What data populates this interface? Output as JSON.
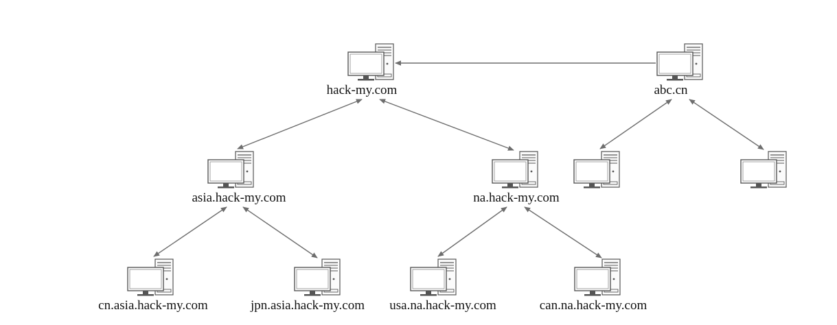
{
  "diagram": {
    "nodes": [
      {
        "id": "hack",
        "label": "hack-my.com"
      },
      {
        "id": "abc",
        "label": "abc.cn"
      },
      {
        "id": "asia",
        "label": "asia.hack-my.com"
      },
      {
        "id": "na",
        "label": "na.hack-my.com"
      },
      {
        "id": "abc-child-1",
        "label": ""
      },
      {
        "id": "abc-child-2",
        "label": ""
      },
      {
        "id": "cn",
        "label": "cn.asia.hack-my.com"
      },
      {
        "id": "jpn",
        "label": "jpn.asia.hack-my.com"
      },
      {
        "id": "usa",
        "label": "usa.na.hack-my.com"
      },
      {
        "id": "can",
        "label": "can.na.hack-my.com"
      }
    ],
    "edges": [
      {
        "from": "abc",
        "to": "hack",
        "direction": "forward"
      },
      {
        "from": "hack",
        "to": "asia",
        "direction": "both"
      },
      {
        "from": "hack",
        "to": "na",
        "direction": "both"
      },
      {
        "from": "abc",
        "to": "abc-child-1",
        "direction": "both"
      },
      {
        "from": "abc",
        "to": "abc-child-2",
        "direction": "both"
      },
      {
        "from": "asia",
        "to": "cn",
        "direction": "both"
      },
      {
        "from": "asia",
        "to": "jpn",
        "direction": "both"
      },
      {
        "from": "na",
        "to": "usa",
        "direction": "both"
      },
      {
        "from": "na",
        "to": "can",
        "direction": "both"
      }
    ],
    "colors": {
      "line": "#6e6e6e",
      "computer_stroke": "#555555",
      "label": "#111111"
    }
  }
}
